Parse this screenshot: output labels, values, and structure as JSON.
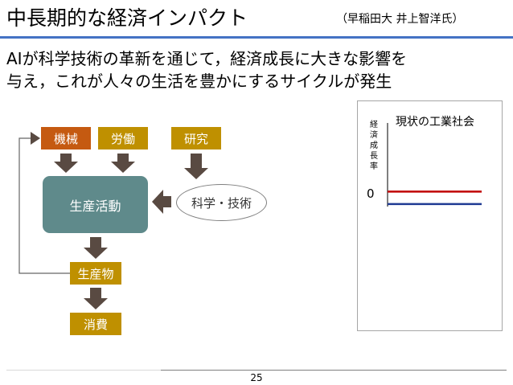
{
  "slide": {
    "title": "中長期的な経済インパクト",
    "author": "（早稲田大 井上智洋氏）",
    "lead_line1": "AIが科学技術の革新を通じて，経済成長に大きな影響を",
    "lead_line2": "与え，これが人々の生活を豊かにするサイクルが発生",
    "page_number": "25"
  },
  "diagram": {
    "kikai": "機械",
    "roudou": "労働",
    "kenkyu": "研究",
    "seisan_katsudou": "生産活動",
    "kagaku_gijutsu": "科学・技術",
    "seisanbutsu": "生産物",
    "shouhi": "消費",
    "colors": {
      "orange": "#c55a11",
      "gold": "#bf9000",
      "teal": "#5f8a8b",
      "arrow": "#594a42"
    }
  },
  "chart_data": {
    "type": "line",
    "title": "現状の工業社会",
    "ylabel": "経済成長率",
    "y_tick_labels": [
      "0"
    ],
    "series": [
      {
        "color": "#c00000",
        "values": [
          1,
          1
        ]
      },
      {
        "color": "#1f3a93",
        "values": [
          0,
          0
        ]
      }
    ],
    "x": [
      0,
      1
    ],
    "ylim": [
      -0.2,
      6.5
    ]
  }
}
